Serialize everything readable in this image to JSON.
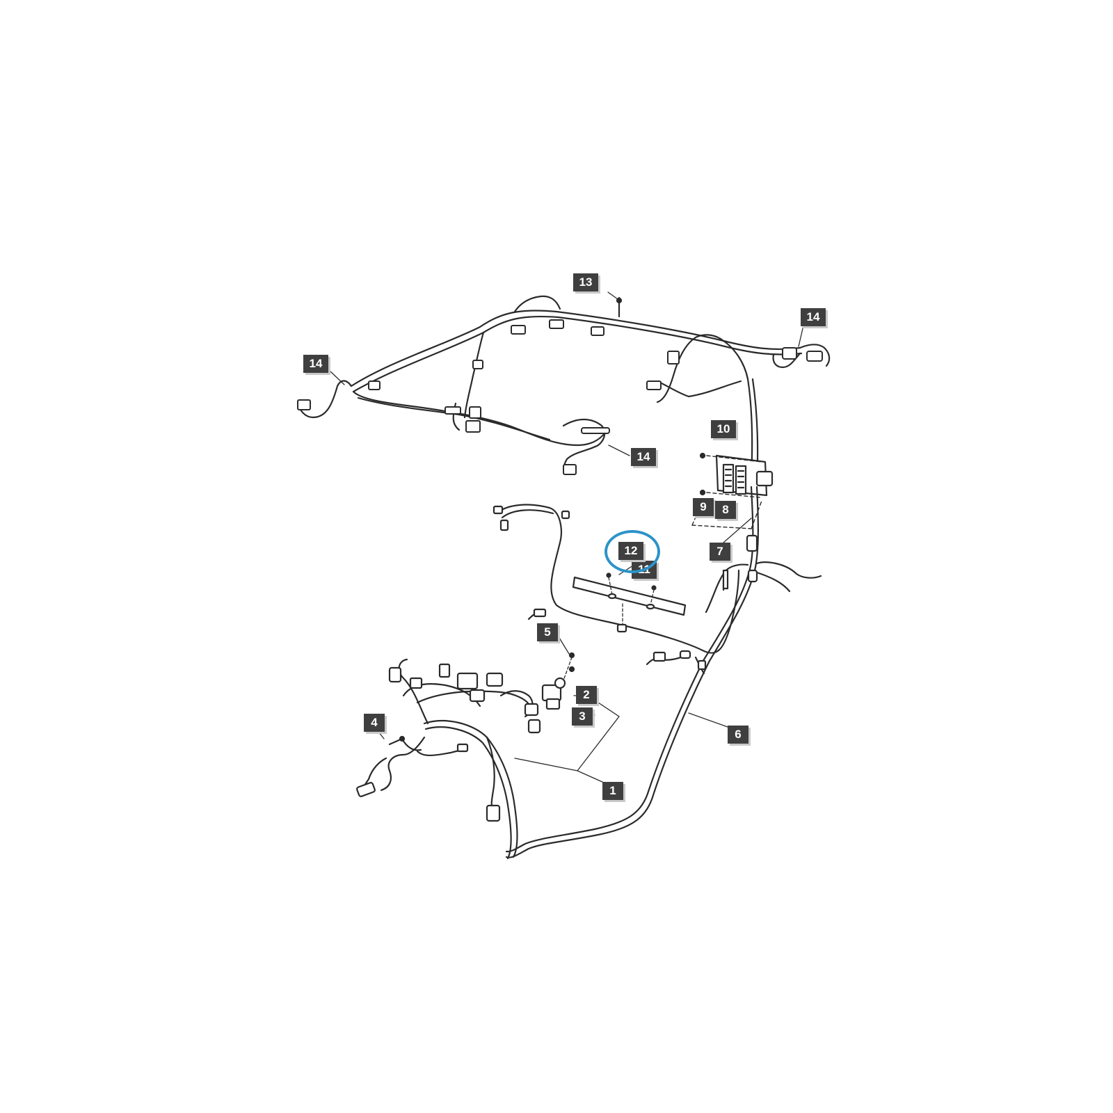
{
  "diagram": {
    "highlighted_callout": "12",
    "highlight_color": "#2c93c8",
    "callout_fill": "#3f3f3f",
    "line_color": "#2a2a2a",
    "callouts": {
      "c1": "1",
      "c2": "2",
      "c3": "3",
      "c4": "4",
      "c5": "5",
      "c6": "6",
      "c7": "7",
      "c8": "8",
      "c9": "9",
      "c10": "10",
      "c11": "11",
      "c12": "12",
      "c13": "13",
      "c14a": "14",
      "c14b": "14",
      "c14c": "14"
    }
  }
}
